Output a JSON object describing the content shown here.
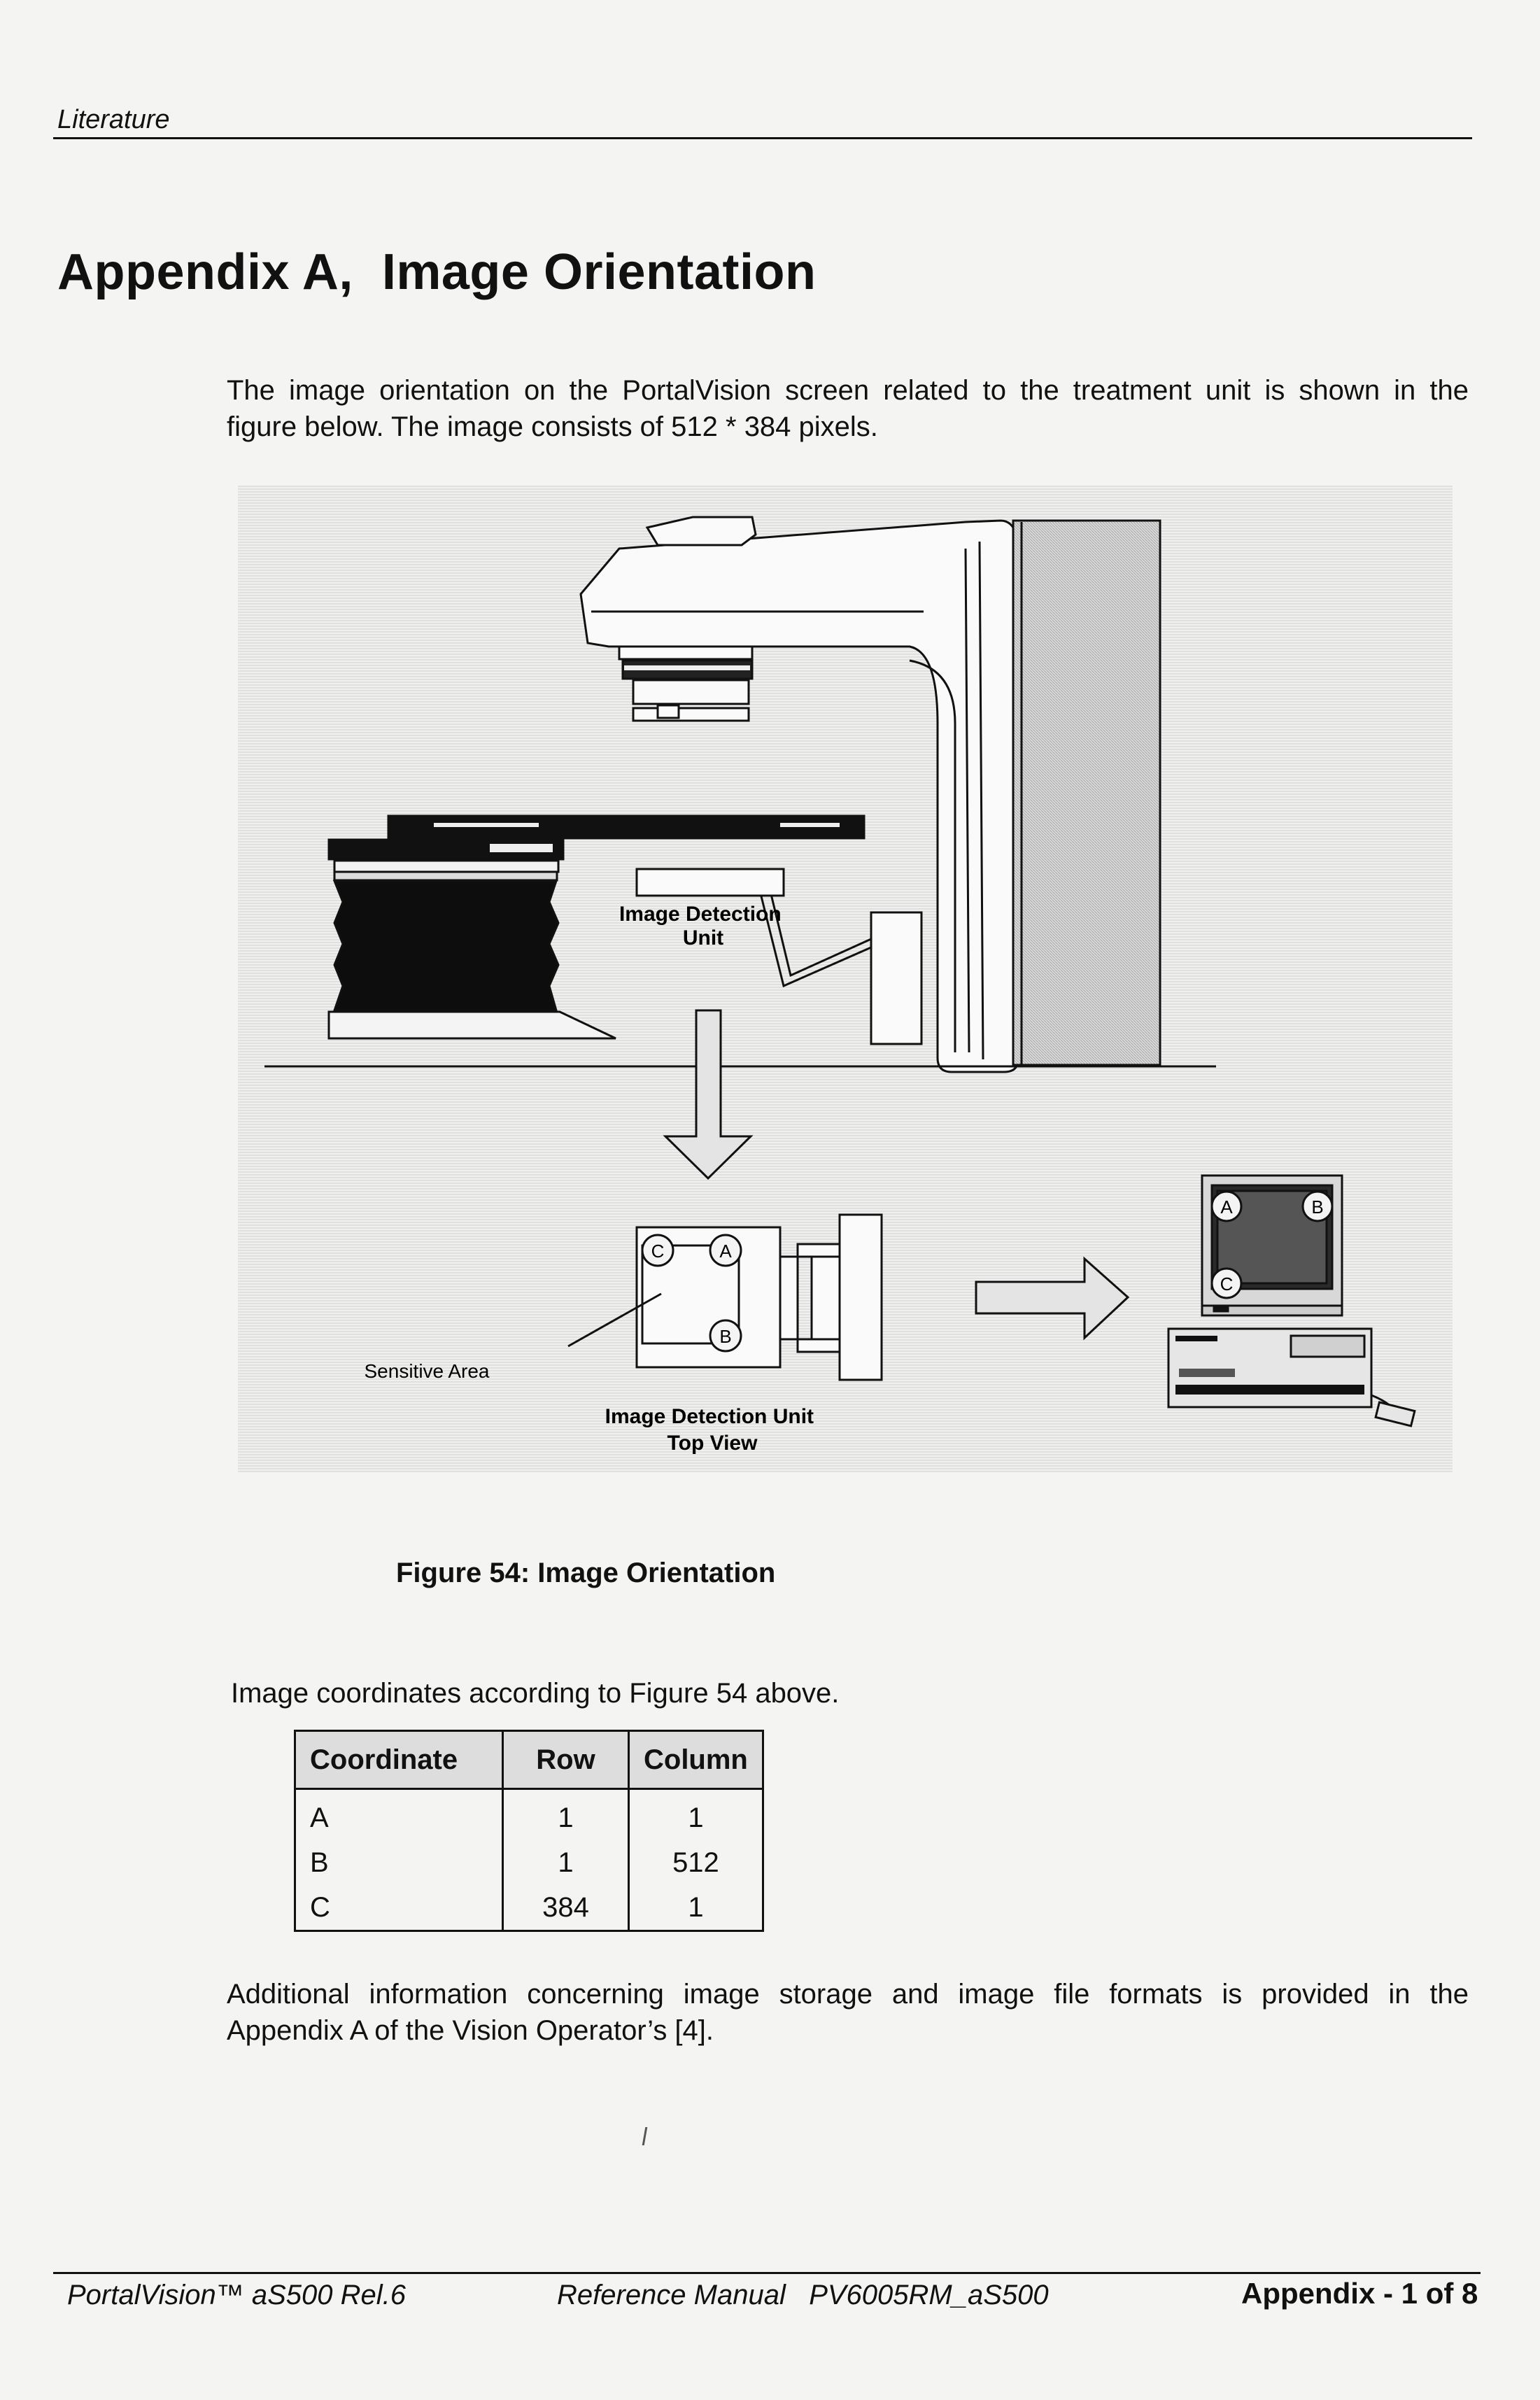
{
  "header": {
    "section": "Literature"
  },
  "title": "Appendix A,  Image Orientation",
  "intro_paragraph": {
    "line1": "The image orientation on the PortalVision screen related to the treatment unit is shown in the",
    "line2": "figure below. The image consists of 512 * 384 pixels."
  },
  "figure": {
    "labels": {
      "detection_unit_line1": "Image Detection",
      "detection_unit_line2": "Unit",
      "sensitive_area": "Sensitive Area",
      "top_view_line1": "Image Detection Unit",
      "top_view_line2": "Top View"
    },
    "markers": {
      "a": "A",
      "b": "B",
      "c": "C"
    },
    "caption": "Figure 54: Image Orientation"
  },
  "coordinates": {
    "intro": "Image coordinates according to Figure 54 above.",
    "headers": [
      "Coordinate",
      "Row",
      "Column"
    ],
    "rows": [
      [
        "A",
        "1",
        "1"
      ],
      [
        "B",
        "1",
        "512"
      ],
      [
        "C",
        "384",
        "1"
      ]
    ]
  },
  "closing_paragraph": {
    "line1": "Additional information concerning image storage and image file formats is provided in the",
    "line2": "Appendix A of the Vision Operator’s [4]."
  },
  "footer": {
    "product": "PortalVision™ aS500  Rel.6",
    "manual": "Reference Manual   PV6005RM_aS500",
    "page": "Appendix - 1 of 8"
  }
}
